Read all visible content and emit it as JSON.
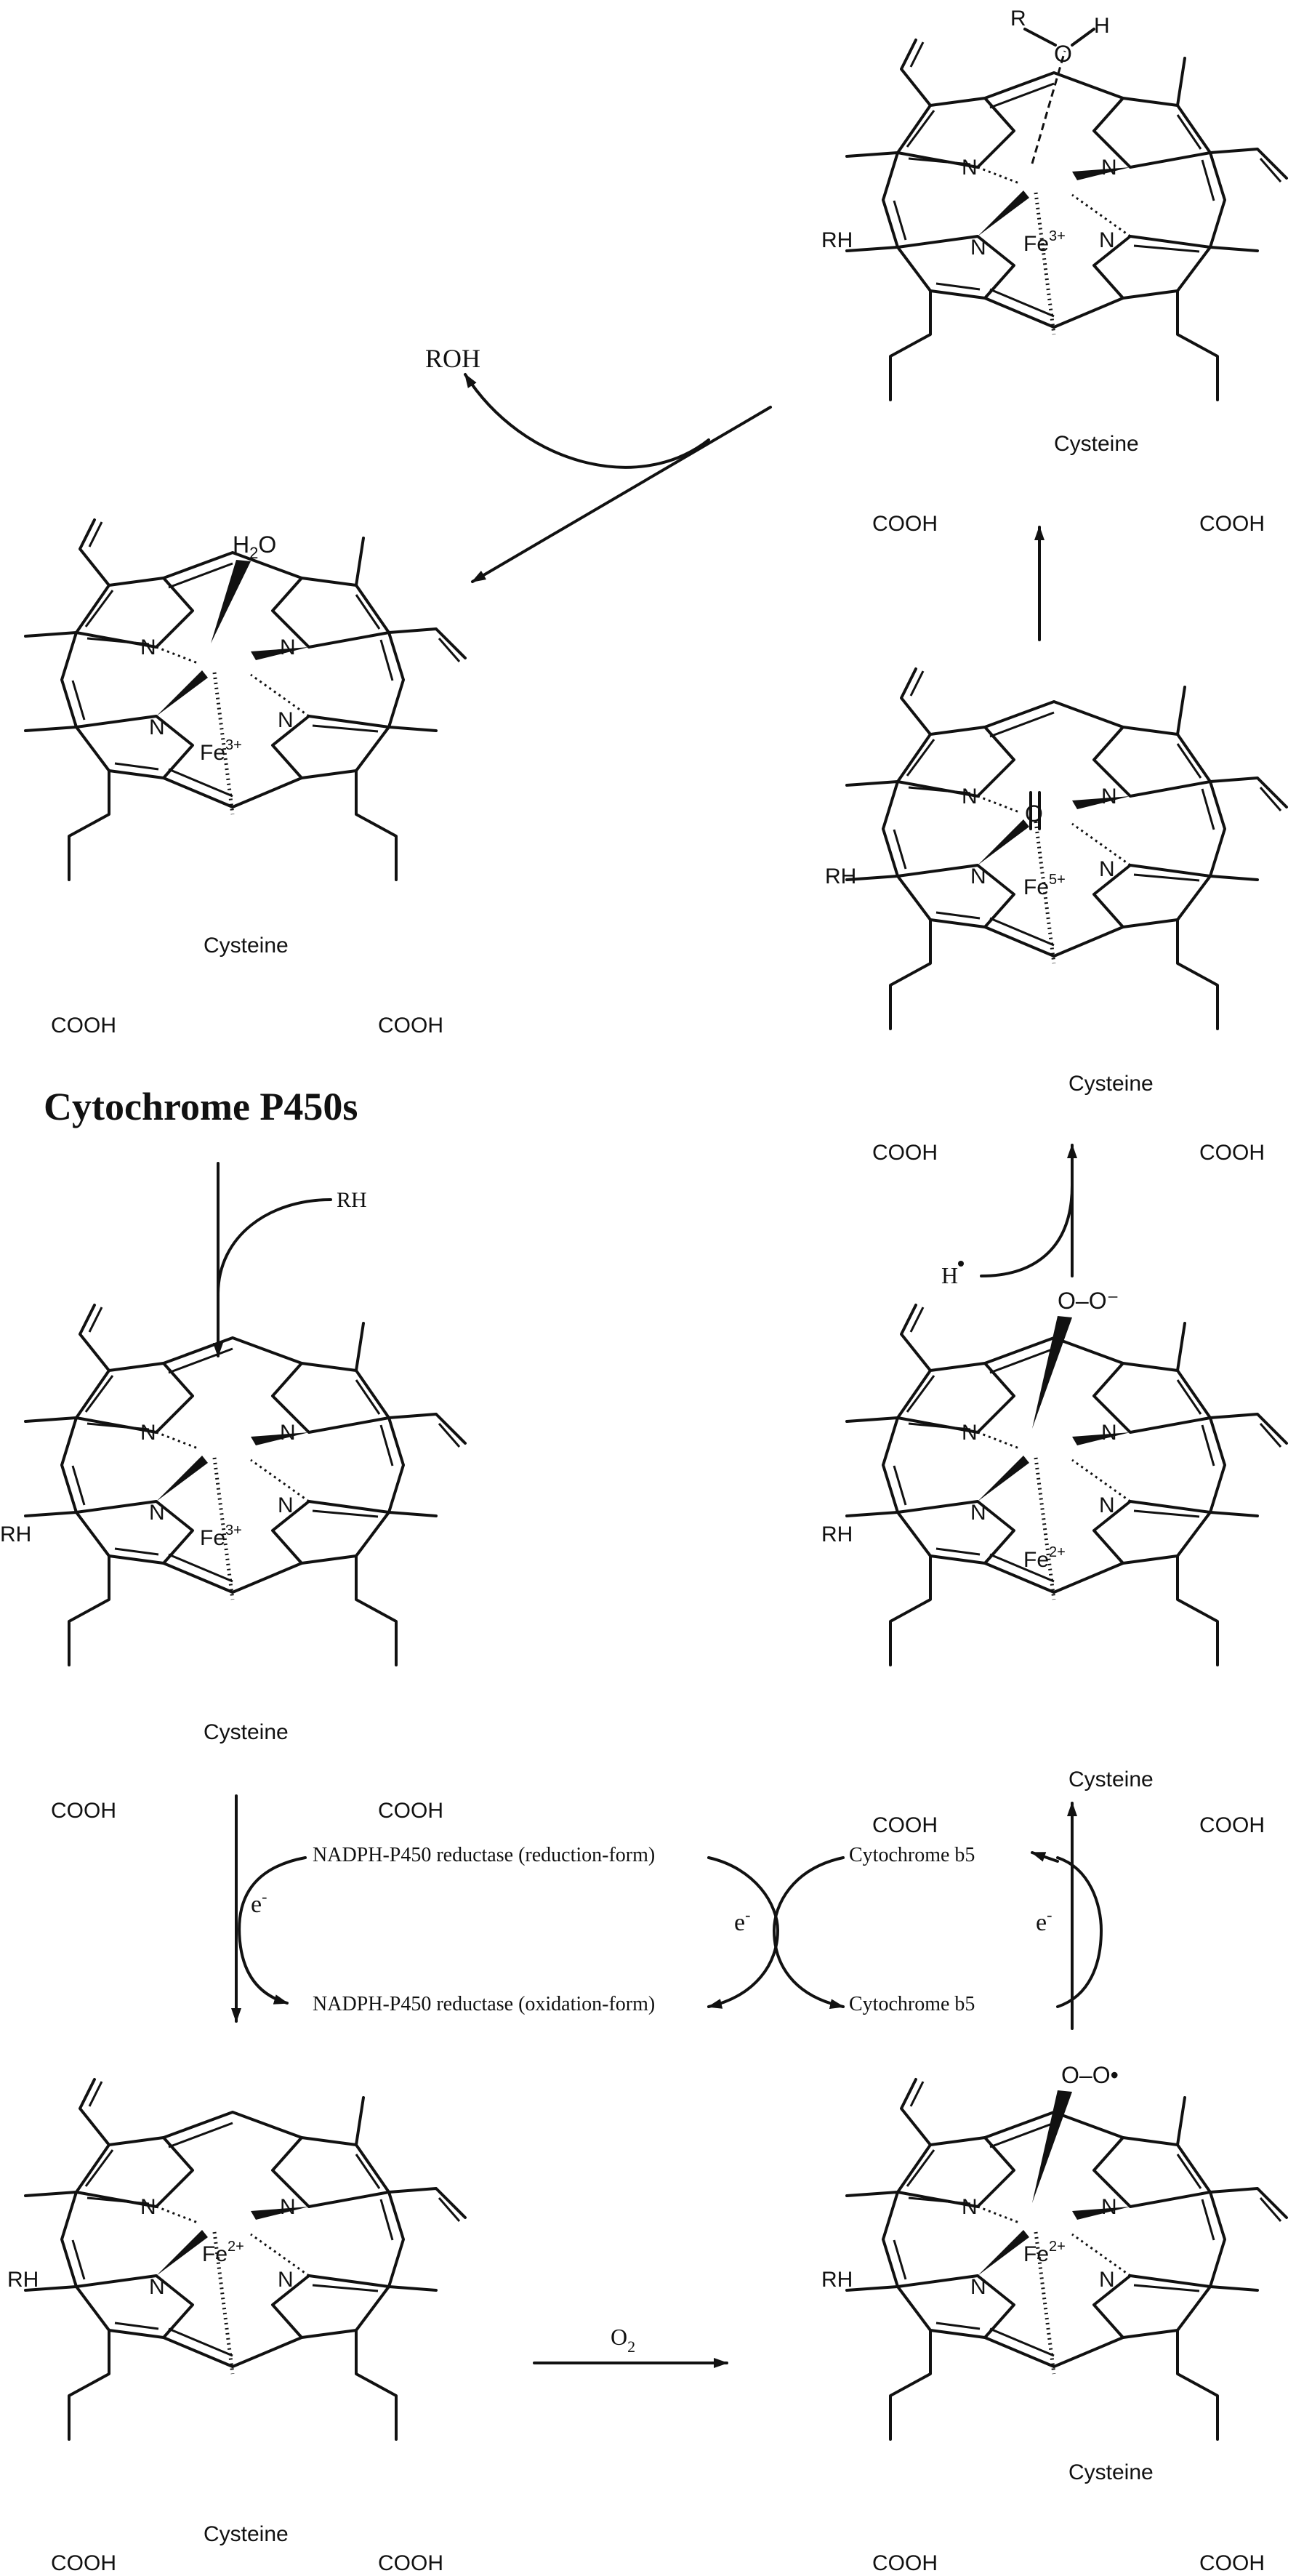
{
  "title": "Cytochrome P450s",
  "structures": [
    {
      "id": "s1",
      "metal": "Fe",
      "charge": "3+",
      "axial_top": "H2O",
      "axial_bottom": "Cysteine",
      "substrate": "",
      "sub_left": "COOH",
      "sub_right": "COOH"
    },
    {
      "id": "s2",
      "metal": "Fe",
      "charge": "3+",
      "axial_top": "",
      "axial_bottom": "Cysteine",
      "substrate": "RH",
      "sub_left": "COOH",
      "sub_right": "COOH"
    },
    {
      "id": "s3",
      "metal": "Fe",
      "charge": "2+",
      "axial_top": "",
      "axial_bottom": "Cysteine",
      "substrate": "RH",
      "sub_left": "COOH",
      "sub_right": "COOH"
    },
    {
      "id": "s4",
      "metal": "Fe",
      "charge": "2+",
      "axial_top": "O–O•",
      "axial_bottom": "Cysteine",
      "substrate": "RH",
      "sub_left": "COOH",
      "sub_right": "COOH"
    },
    {
      "id": "s5",
      "metal": "Fe",
      "charge": "2+",
      "axial_top": "O–O⁻",
      "axial_bottom": "Cysteine",
      "substrate": "RH",
      "sub_left": "COOH",
      "sub_right": "COOH"
    },
    {
      "id": "s6",
      "metal": "Fe",
      "charge": "5+",
      "axial_top": "O",
      "axial_bottom": "Cysteine",
      "substrate": "RH",
      "sub_left": "COOH",
      "sub_right": "COOH"
    },
    {
      "id": "s7",
      "metal": "Fe",
      "charge": "3+",
      "axial_top": "R–O–H",
      "axial_bottom": "Cysteine",
      "substrate": "RH",
      "sub_left": "COOH",
      "sub_right": "COOH"
    }
  ],
  "labels": {
    "N": "N",
    "roh": "ROH",
    "rh_in": "RH",
    "h_radical": "H",
    "o2": "O",
    "o2_sub": "2",
    "electron": "e",
    "electron_sup": "-",
    "reductase_red": "NADPH-P450 reductase (reduction-form)",
    "reductase_ox": "NADPH-P450 reductase (oxidation-form)",
    "b5_top": "Cytochrome b5",
    "b5_bottom": "Cytochrome b5",
    "R": "R",
    "H": "H",
    "O": "O"
  }
}
